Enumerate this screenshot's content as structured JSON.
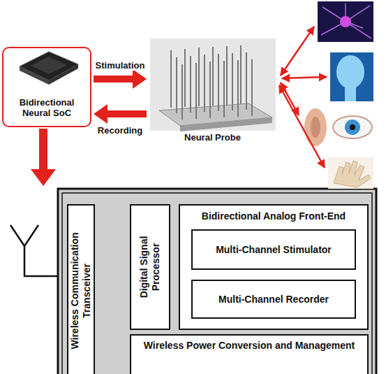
{
  "diagram": {
    "nodes": [
      {
        "text": [
          "Bidirectional Neural SoC"
        ]
      },
      {
        "text": [
          "Neural Probe"
        ]
      },
      {
        "text": [
          "Wireless Communication Transceiver"
        ]
      },
      {
        "text": [
          "Digital Signal Processor"
        ]
      },
      {
        "text": [
          "Bidirectional Analog Front-End"
        ]
      },
      {
        "text": [
          "Multi-Channel Stimulator"
        ],
        "in": 4
      },
      {
        "text": [
          "Multi-Channel Recorder"
        ],
        "in": 4
      },
      {
        "text": [
          "Wireless Power Conversion and Management"
        ]
      }
    ],
    "edges": [
      {
        "from": 0,
        "to": 1,
        "label": "Stimulation",
        "arrow": "to"
      },
      {
        "from": 1,
        "to": 0,
        "label": "Recording",
        "arrow": "to"
      }
    ]
  }
}
